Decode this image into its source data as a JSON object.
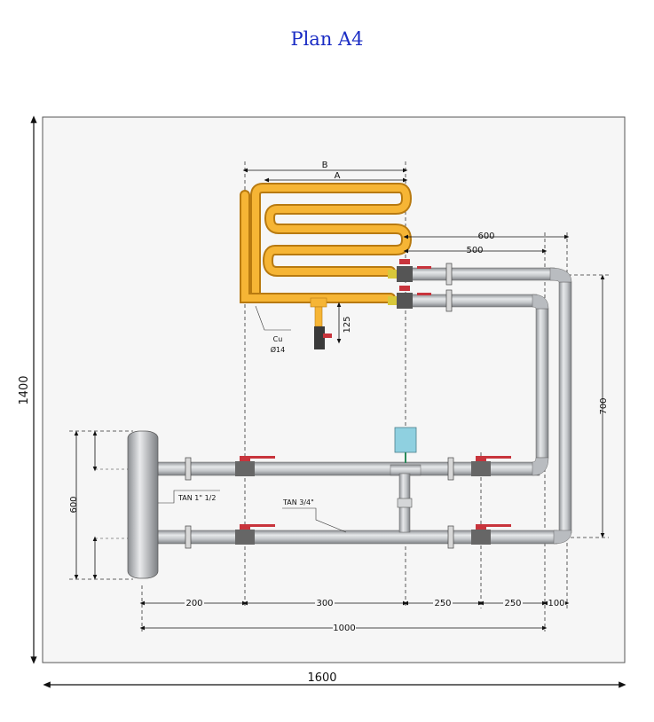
{
  "title": "Plan A4",
  "colors": {
    "title": "#1a2cc4",
    "pipe": "#b9bcc0",
    "copper": "#f2a71a",
    "valve_handle": "#c8343c",
    "sensor": "#8fd0e0"
  },
  "dimensions": {
    "total_width": "1600",
    "total_height": "1400",
    "height_600_left": "600",
    "height_700_right": "700",
    "width_600_top": "600",
    "width_500_top": "500",
    "coil_b": "B",
    "coil_a": "A",
    "drop_125": "125",
    "seg_200": "200",
    "seg_300": "300",
    "seg_250a": "250",
    "seg_250b": "250",
    "seg_100": "100",
    "span_1000": "1000"
  },
  "labels": {
    "copper_material": "Cu",
    "copper_diameter": "Ø14",
    "tank_connection_main": "TAN 1\" 1/2",
    "tank_connection_branch": "TAN 3/4\""
  }
}
